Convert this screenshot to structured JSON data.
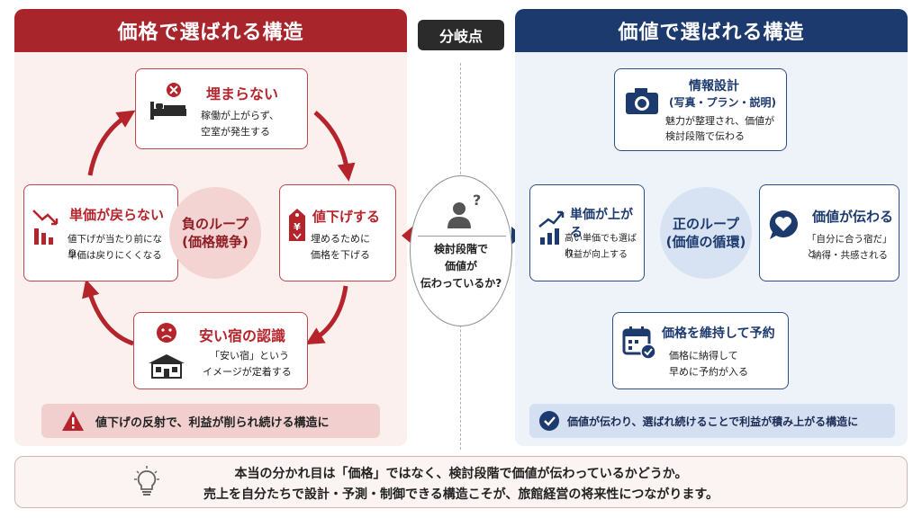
{
  "left": {
    "header": "価格で選ばれる構造",
    "top_box": {
      "title": "埋まらない",
      "desc1": "稼働が上がらず、",
      "desc2": "空室が発生する"
    },
    "right_box": {
      "title": "値下げする",
      "desc1": "埋めるために",
      "desc2": "価格を下げる"
    },
    "bottom_box": {
      "title": "安い宿の認識",
      "desc1": "「安い宿」という",
      "desc2": "イメージが定着する"
    },
    "left_box": {
      "title": "単価が戻らない",
      "desc1": "値下げが当たり前になり、",
      "desc2": "単価は戻りにくくなる"
    },
    "center1": "負のループ",
    "center2": "(価格競争)",
    "banner": "値下げの反射で、利益が削られ続ける構造に"
  },
  "right": {
    "header": "価値で選ばれる構造",
    "top_box": {
      "title": "情報設計",
      "subtitle": "(写真・プラン・説明)",
      "desc1": "魅力が整理され、価値が",
      "desc2": "検討段階で伝わる"
    },
    "right_box": {
      "title": "価値が伝わる",
      "desc1": "「自分に合う宿だ」と",
      "desc2": "納得・共感される"
    },
    "bottom_box": {
      "title": "価格を維持して予約",
      "desc1": "価格に納得して",
      "desc2": "早めに予約が入る"
    },
    "left_box": {
      "title": "単価が上がる",
      "desc1": "高い単価でも選ばれ、",
      "desc2": "収益が向上する"
    },
    "center1": "正のループ",
    "center2": "(価値の循環)",
    "banner": "価値が伝わり、選ばれ続けることで利益が積み上がる構造に"
  },
  "branch_label": "分岐点",
  "middle": {
    "line1": "検討段階で",
    "line2": "価値が",
    "line3": "伝わっているか?"
  },
  "footer": {
    "line1": "本当の分かれ目は「価格」ではなく、検討段階で価値が伝わっているかどうか。",
    "line2": "売上を自分たちで設計・予測・制御できる構造こそが、旅館経営の将来性につながります。"
  },
  "colors": {
    "red": "#a8252c",
    "blue": "#1c3a6e",
    "red_light": "#fbf0ee",
    "blue_light": "#eef3fa"
  },
  "icons": {
    "left_top": "bed-with-x-icon",
    "left_right": "price-tag-down-icon",
    "left_bottom": "sad-face-house-icon",
    "left_left": "declining-chart-icon",
    "right_top": "camera-icon",
    "right_right": "heart-chat-icon",
    "right_bottom": "calendar-check-icon",
    "right_left": "rising-chart-icon",
    "middle": "person-question-icon",
    "warning": "warning-icon",
    "check": "check-circle-icon",
    "footer": "lightbulb-icon"
  }
}
